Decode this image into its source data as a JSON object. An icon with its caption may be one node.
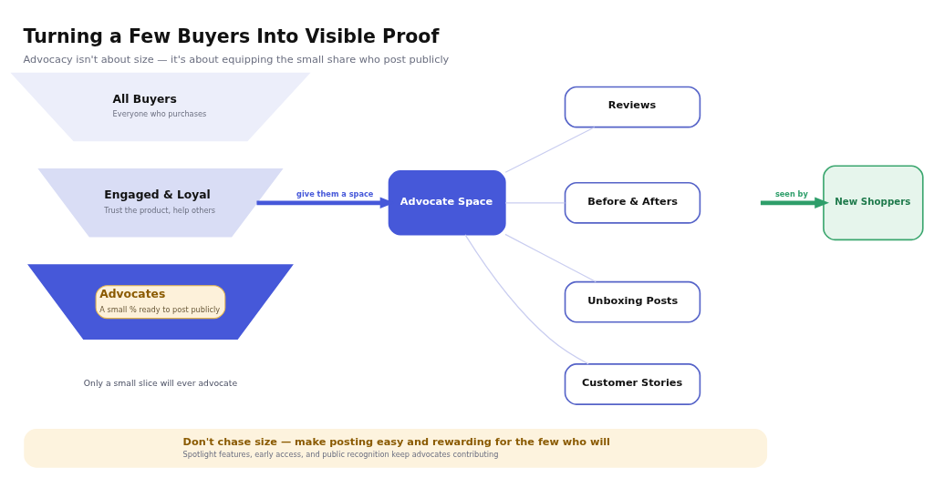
{
  "diagram": {
    "title": "Turning a Few Buyers Into Visible Proof",
    "caption": "Advocacy isn't about size — it's about equipping the small share who post publicly",
    "nodes": [
      {
        "text": [
          "All Buyers",
          "Everyone who purchases"
        ]
      },
      {
        "text": [
          "Engaged & Loyal",
          "Trust the product, help others"
        ]
      },
      {
        "text": [
          "Advocates",
          "A small % ready to post publicly"
        ]
      },
      {
        "text": [
          "Advocate Space"
        ]
      },
      {
        "text": [
          "Reviews"
        ]
      },
      {
        "text": [
          "Before & Afters"
        ]
      },
      {
        "text": [
          "Unboxing Posts"
        ]
      },
      {
        "text": [
          "Customer Stories"
        ]
      },
      {
        "text": [
          "New Shoppers"
        ]
      },
      {
        "text": [
          "Don't chase size — make posting easy and rewarding for the few who will",
          "Spotlight features, early access, and public recognition keep advocates contributing"
        ]
      }
    ],
    "edges": [
      {
        "from": 1,
        "to": 3,
        "arrow": "to",
        "label": "give them a space",
        "style": "thick",
        "color": "#4658d9"
      },
      {
        "from": 3,
        "to": 4,
        "arrow": "none"
      },
      {
        "from": 3,
        "to": 5,
        "arrow": "none"
      },
      {
        "from": 3,
        "to": 6,
        "arrow": "none"
      },
      {
        "from": 3,
        "to": 7,
        "arrow": "none"
      },
      {
        "from": null,
        "to": 8,
        "arrow": "to",
        "label": "seen by",
        "style": "thick",
        "color": "#2e9e6a"
      }
    ],
    "labels": [
      "Only a small slice will ever advocate"
    ]
  }
}
